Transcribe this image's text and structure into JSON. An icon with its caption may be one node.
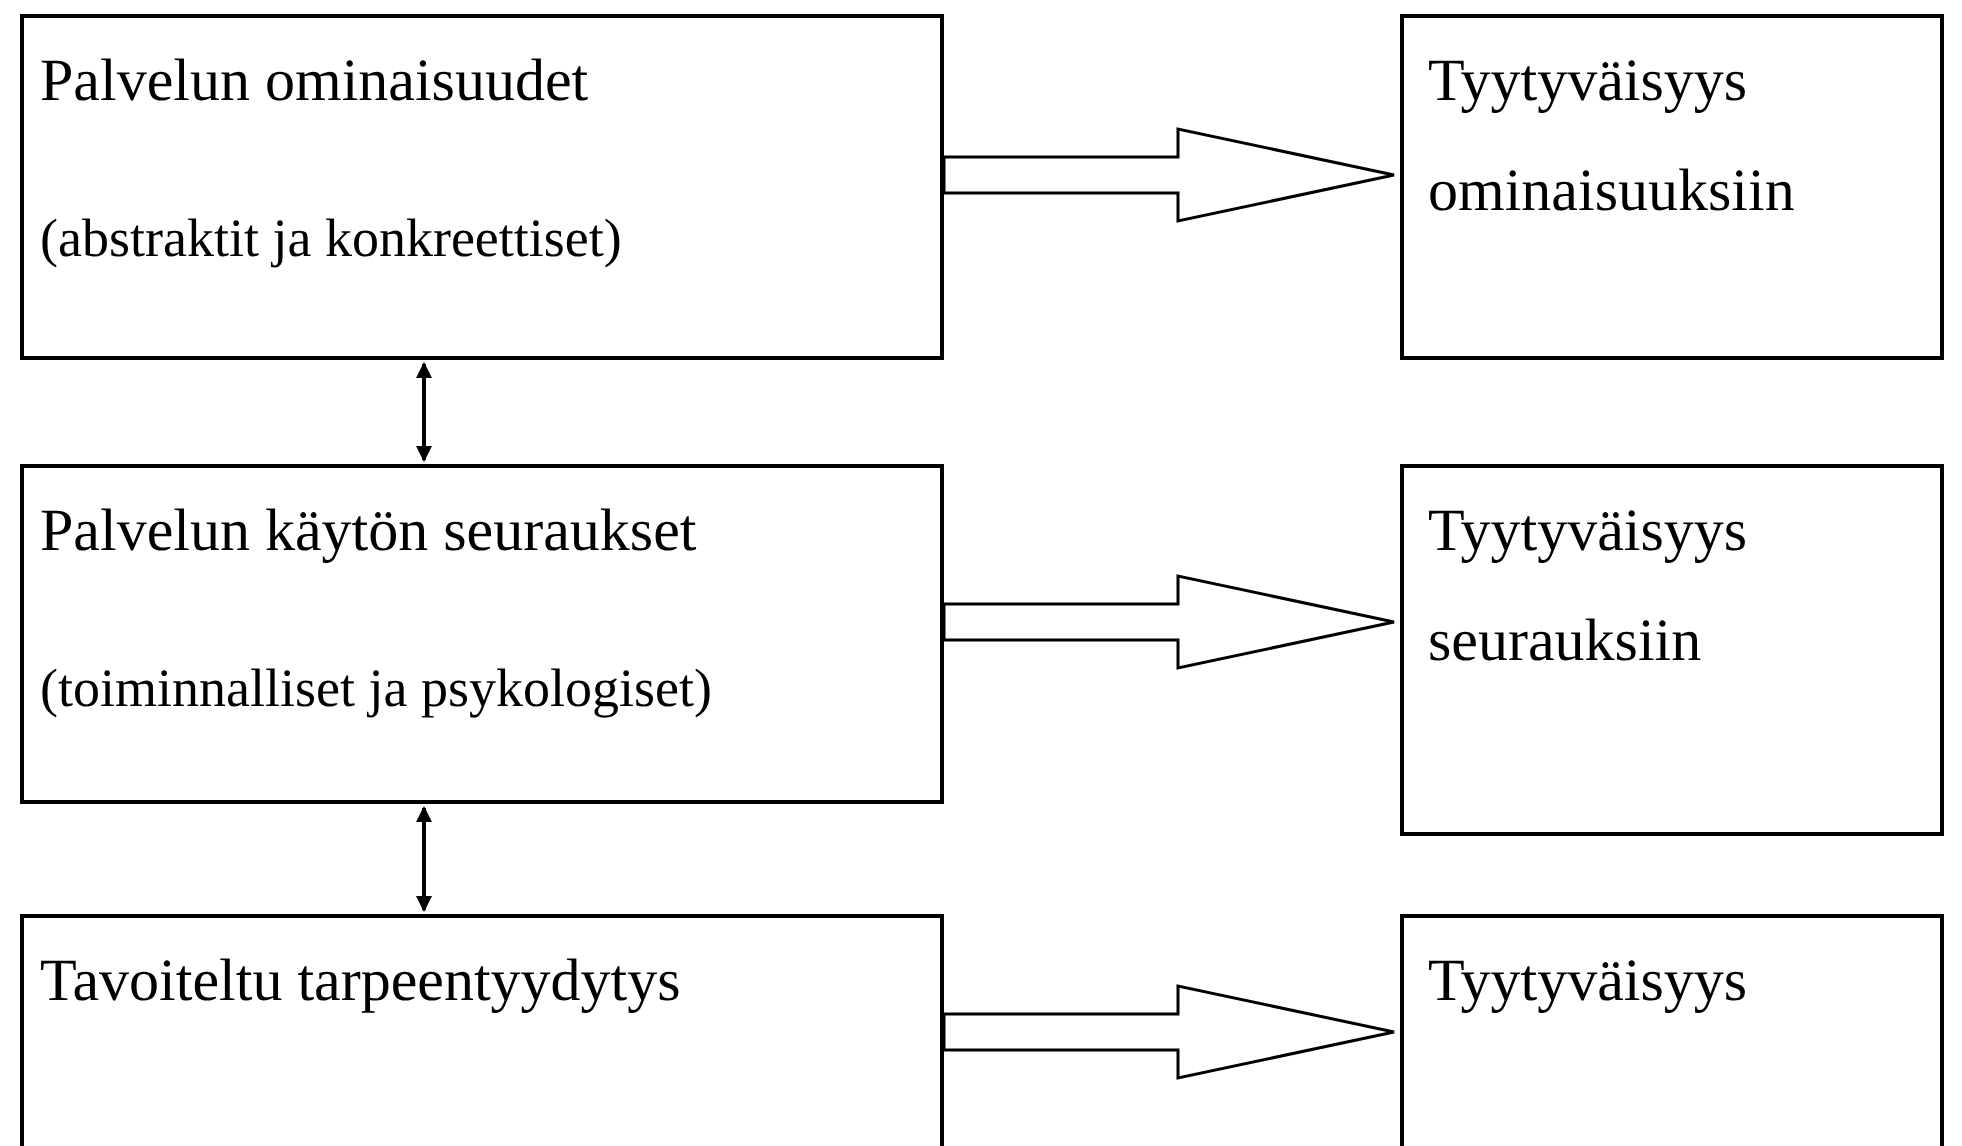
{
  "diagram": {
    "nodes": [
      {
        "text": [
          "Palvelun ominaisuudet",
          "(abstraktit ja konkreettiset)"
        ]
      },
      {
        "text": [
          "Tyytyväisyys ominaisuuksiin"
        ]
      },
      {
        "text": [
          "Palvelun käytön seuraukset",
          "(toiminnalliset ja psykologiset)"
        ]
      },
      {
        "text": [
          "Tyytyväisyys seurauksiin"
        ]
      },
      {
        "text": [
          "Tavoiteltu tarpeentyydytys"
        ]
      },
      {
        "text": [
          "Tyytyväisyys"
        ]
      }
    ],
    "edges": [
      {
        "from": 0,
        "to": 1,
        "arrow": "to",
        "style": "thick"
      },
      {
        "from": 2,
        "to": 3,
        "arrow": "to",
        "style": "thick"
      },
      {
        "from": 4,
        "to": 5,
        "arrow": "to",
        "style": "thick"
      },
      {
        "from": 0,
        "to": 2,
        "arrow": "both"
      },
      {
        "from": 2,
        "to": 4,
        "arrow": "both"
      }
    ]
  }
}
